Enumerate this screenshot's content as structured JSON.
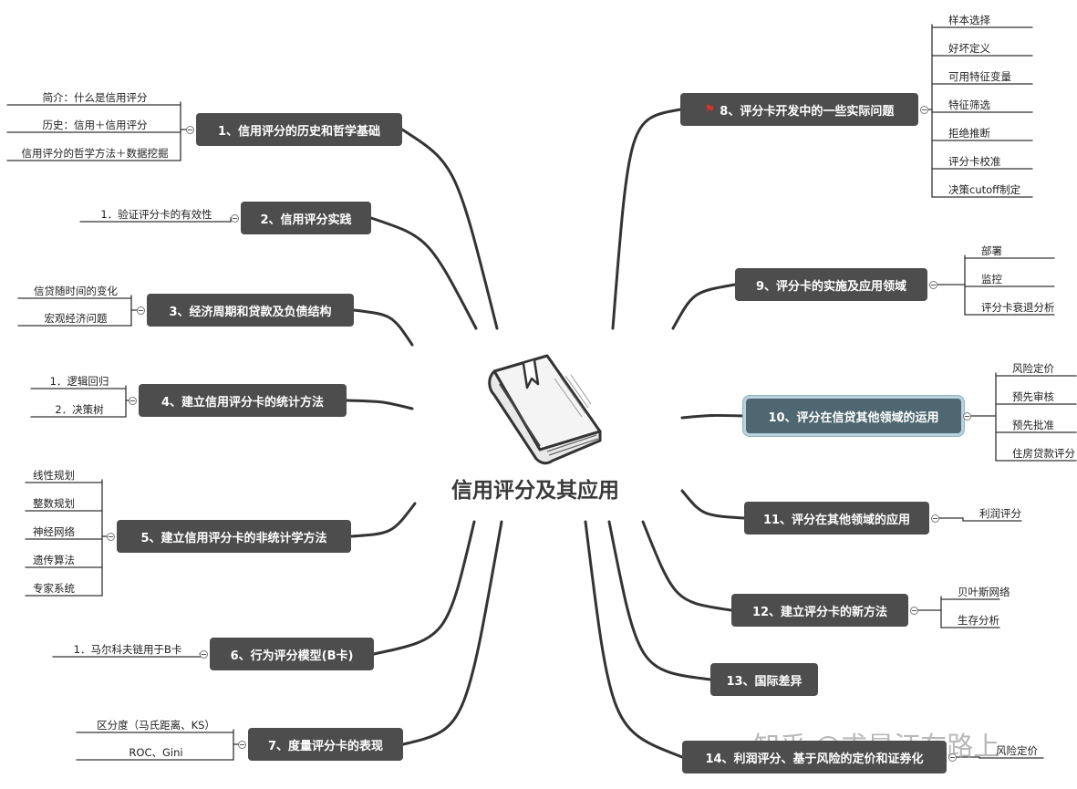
{
  "center": {
    "title": "信用评分及其应用",
    "icon": "book-icon"
  },
  "watermark": "知乎 @求是汪在路上",
  "colors": {
    "node_bg": "#4d4d4d",
    "selected_node_bg": "#4f6770",
    "selected_outline": "#b9d2e0",
    "line": "#333333",
    "flag": "#d93030"
  },
  "branches": [
    {
      "id": "b1",
      "label": "1、信用评分的历史和哲学基础",
      "children": [
        "简介：什么是信用评分",
        "历史：信用＋信用评分",
        "信用评分的哲学方法＋数据挖掘"
      ]
    },
    {
      "id": "b2",
      "label": "2、信用评分实践",
      "children": [
        "1．验证评分卡的有效性"
      ]
    },
    {
      "id": "b3",
      "label": "3、经济周期和贷款及负债结构",
      "children": [
        "信贷随时间的变化",
        "宏观经济问题"
      ]
    },
    {
      "id": "b4",
      "label": "4、建立信用评分卡的统计方法",
      "children": [
        "1．逻辑回归",
        "2．决策树"
      ]
    },
    {
      "id": "b5",
      "label": "5、建立信用评分卡的非统计学方法",
      "children": [
        "线性规划",
        "整数规划",
        "神经网络",
        "遗传算法",
        "专家系统"
      ]
    },
    {
      "id": "b6",
      "label": "6、行为评分模型(B卡)",
      "children": [
        "1．马尔科夫链用于B卡"
      ]
    },
    {
      "id": "b7",
      "label": "7、度量评分卡的表现",
      "children": [
        "区分度（马氏距离、KS）",
        "ROC、Gini"
      ]
    },
    {
      "id": "b8",
      "label": "8、评分卡开发中的一些实际问题",
      "flag_icon": "red-flag-icon",
      "children": [
        "样本选择",
        "好坏定义",
        "可用特征变量",
        "特征筛选",
        "拒绝推断",
        "评分卡校准",
        "决策cutoff制定"
      ]
    },
    {
      "id": "b9",
      "label": "9、评分卡的实施及应用领域",
      "children": [
        "部署",
        "监控",
        "评分卡衰退分析"
      ]
    },
    {
      "id": "b10",
      "label": "10、评分在信贷其他领域的运用",
      "selected": true,
      "children": [
        "风险定价",
        "预先审核",
        "预先批准",
        "住房贷款评分"
      ]
    },
    {
      "id": "b11",
      "label": "11、评分在其他领域的应用",
      "children": [
        "利润评分"
      ]
    },
    {
      "id": "b12",
      "label": "12、建立评分卡的新方法",
      "children": [
        "贝叶斯网络",
        "生存分析"
      ]
    },
    {
      "id": "b13",
      "label": "13、国际差异",
      "children": []
    },
    {
      "id": "b14",
      "label": "14、利润评分、基于风险的定价和证券化",
      "children": [
        "风险定价"
      ]
    }
  ]
}
